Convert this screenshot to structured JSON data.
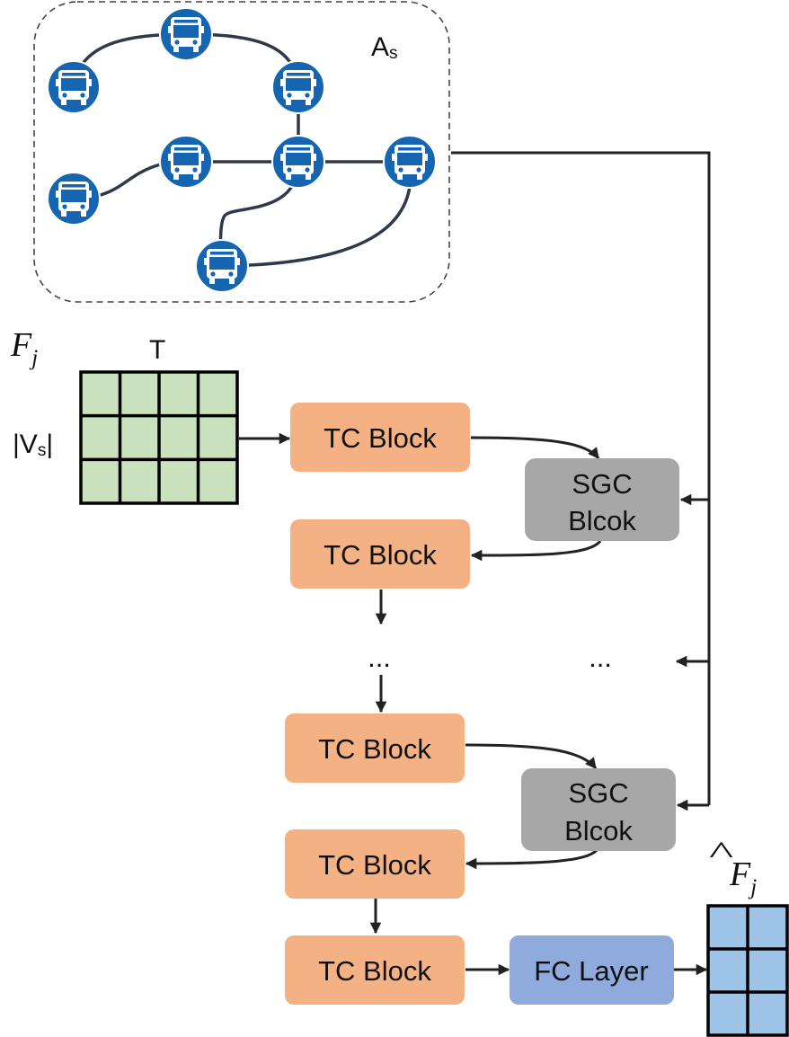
{
  "graph": {
    "label_main": "A",
    "label_sub": "s",
    "node_icon": "bus-icon",
    "node_color": "#1565b0"
  },
  "matrix": {
    "label_T": "T",
    "label_rows_main": "|V",
    "label_rows_sub": "s",
    "label_rows_end": "|",
    "input_symbol": "F",
    "input_subscript": "j",
    "input_rows": 3,
    "input_cols": 4,
    "input_color": "#c9e1bd",
    "output_symbol": "F",
    "output_subscript": "j",
    "output_hat": "^",
    "output_rows": 3,
    "output_cols": 2,
    "output_color": "#9dc3e6"
  },
  "blocks": {
    "tc_label": "TC Block",
    "sgc_line1": "SGC",
    "sgc_line2": "Blcok",
    "fc_label": "FC Layer",
    "ellipsis": "...",
    "tc_color": "#f4b183",
    "sgc_color": "#a8a7a7",
    "fc_color": "#8faadc"
  }
}
